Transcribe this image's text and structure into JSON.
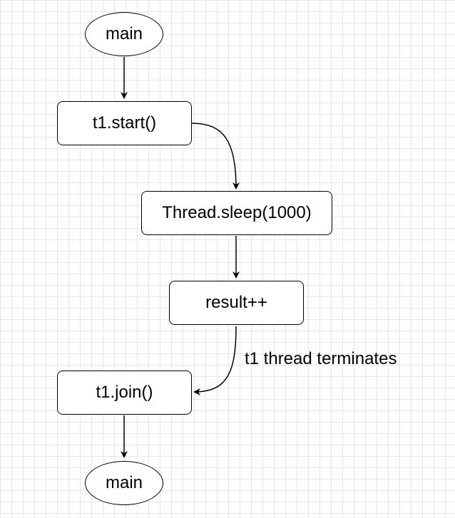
{
  "diagram": {
    "nodes": [
      {
        "id": "main_top",
        "label": "main",
        "shape": "ellipse"
      },
      {
        "id": "t1_start",
        "label": "t1.start()",
        "shape": "rounded-rectangle"
      },
      {
        "id": "thread_sleep",
        "label": "Thread.sleep(1000)",
        "shape": "rounded-rectangle"
      },
      {
        "id": "result_inc",
        "label": "result++",
        "shape": "rounded-rectangle"
      },
      {
        "id": "t1_join",
        "label": "t1.join()",
        "shape": "rounded-rectangle"
      },
      {
        "id": "main_bottom",
        "label": "main",
        "shape": "ellipse"
      }
    ],
    "edges": [
      {
        "from": "main_top",
        "to": "t1_start",
        "label": ""
      },
      {
        "from": "t1_start",
        "to": "thread_sleep",
        "label": ""
      },
      {
        "from": "thread_sleep",
        "to": "result_inc",
        "label": ""
      },
      {
        "from": "result_inc",
        "to": "t1_join",
        "label": "t1 thread terminates"
      },
      {
        "from": "t1_join",
        "to": "main_bottom",
        "label": ""
      }
    ]
  }
}
